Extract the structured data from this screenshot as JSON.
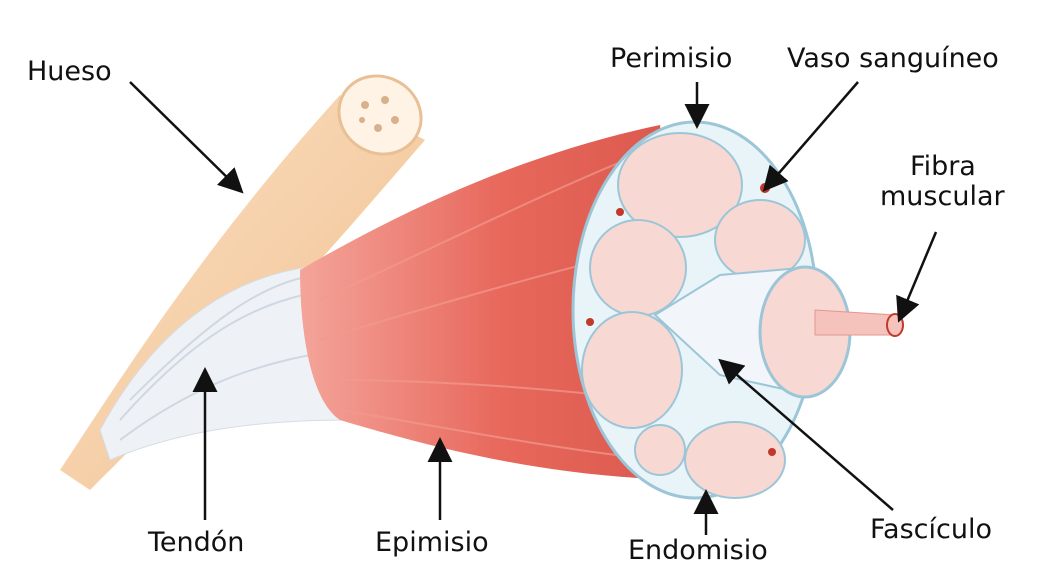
{
  "labels": {
    "hueso": "Hueso",
    "perimisio": "Perimisio",
    "vaso": "Vaso sanguíneo",
    "fibra_line1": "Fibra",
    "fibra_line2": "muscular",
    "tendon": "Tendón",
    "epimisio": "Epimisio",
    "endomisio": "Endomisio",
    "fasciculo": "Fascículo"
  },
  "colors": {
    "bone": "#f7cfa4",
    "muscle": "#e8685c",
    "tendon": "#eef2f6",
    "fascicle": "#f8d8d2",
    "sheath": "#9cc6d8"
  }
}
